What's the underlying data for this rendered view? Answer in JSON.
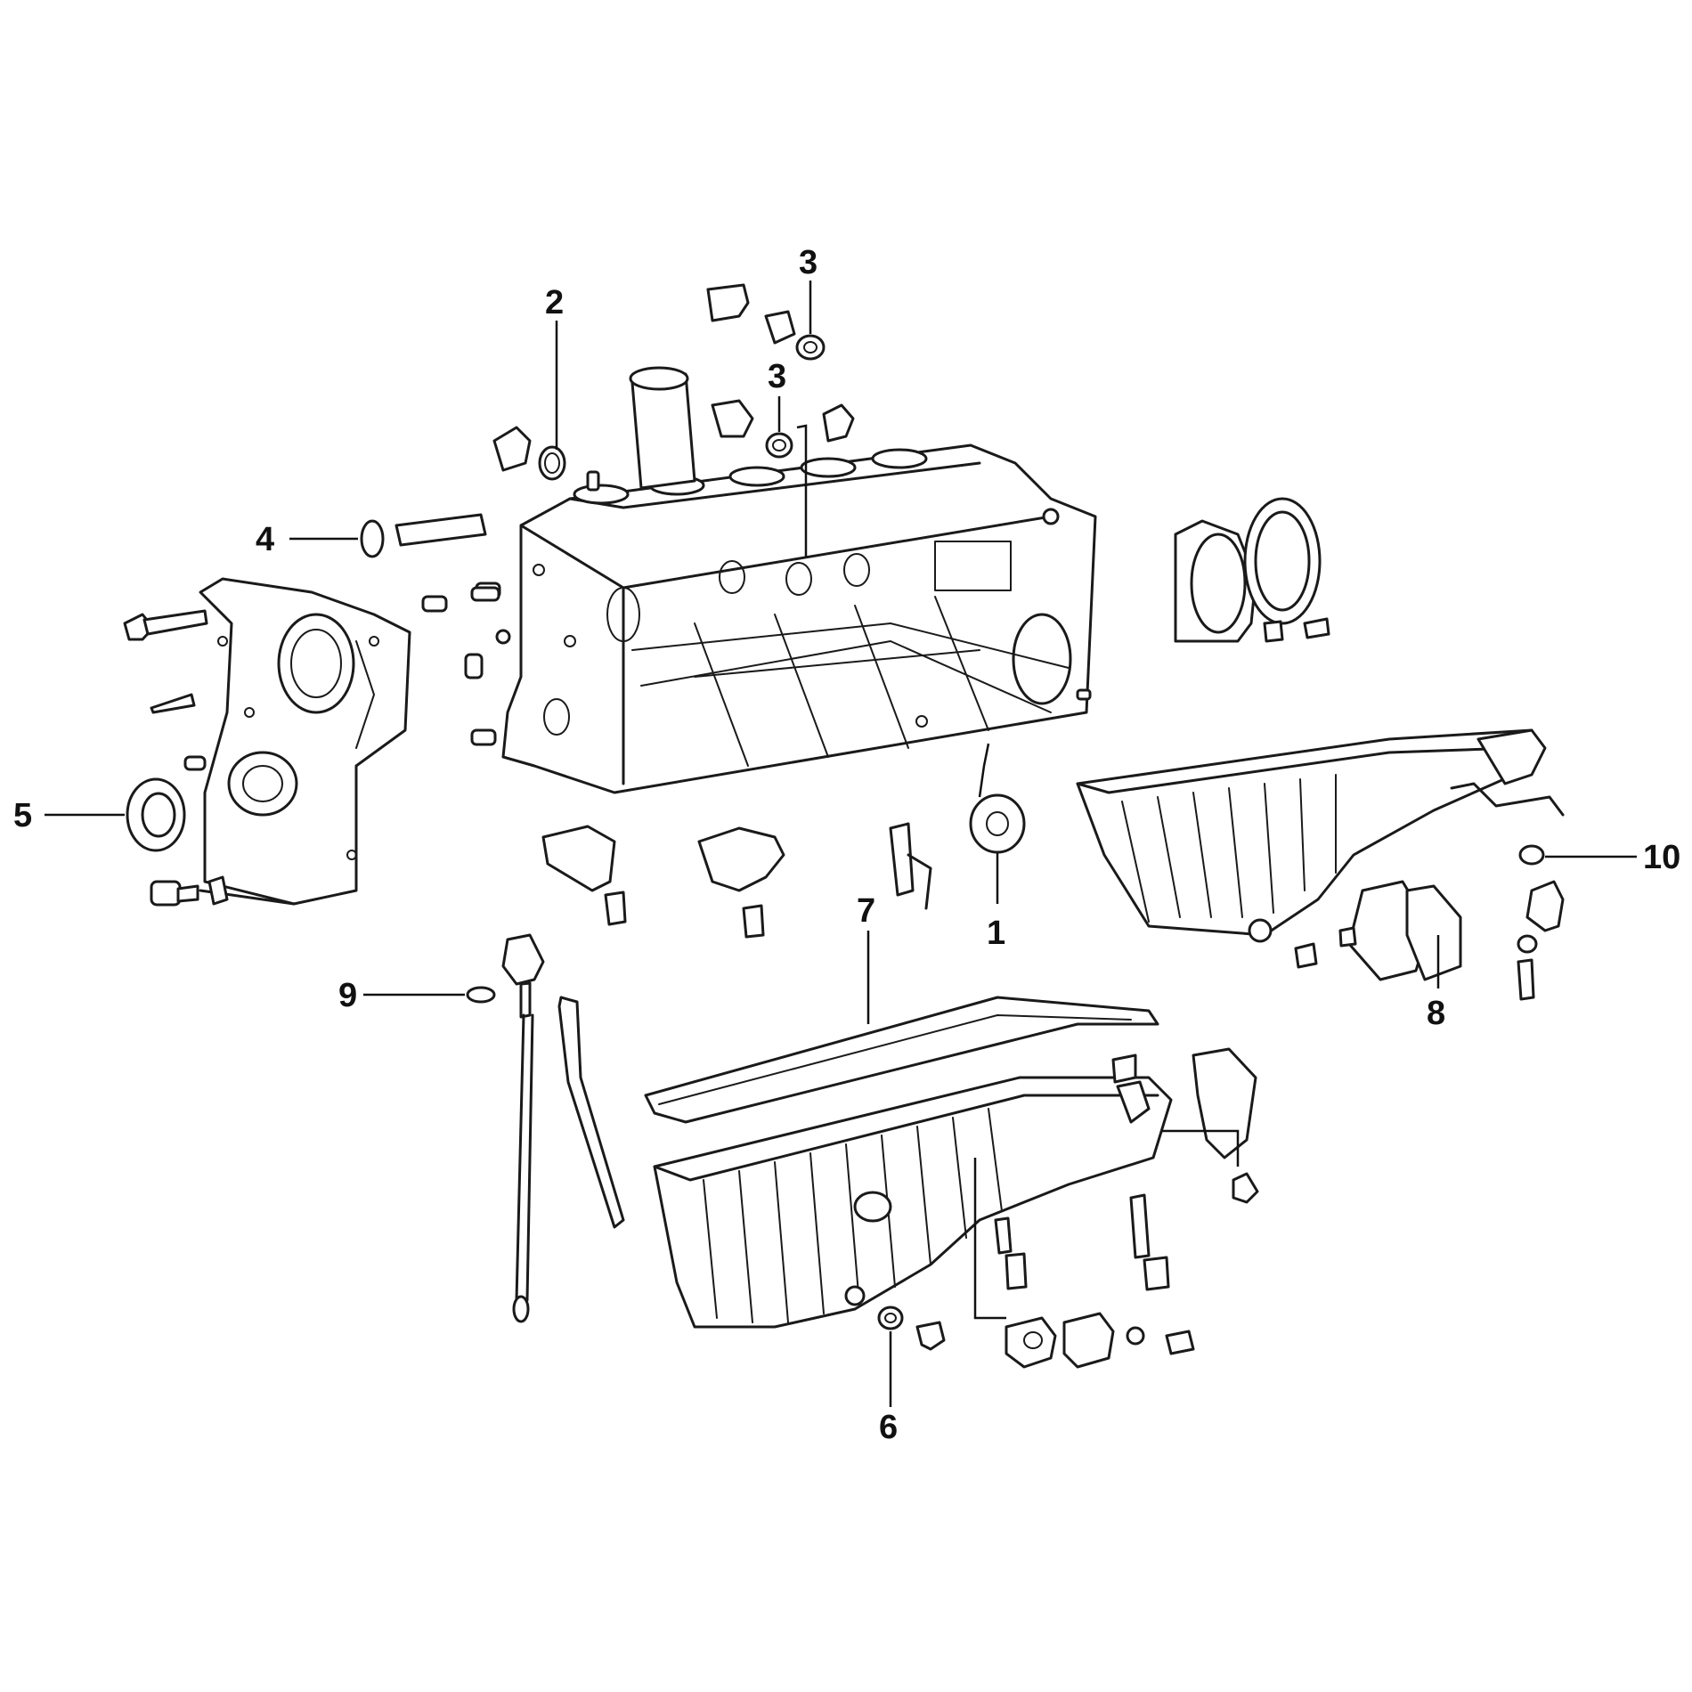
{
  "diagram": {
    "callouts": [
      {
        "id": "c1",
        "label": "1"
      },
      {
        "id": "c2",
        "label": "2"
      },
      {
        "id": "c3a",
        "label": "3"
      },
      {
        "id": "c3b",
        "label": "3"
      },
      {
        "id": "c4",
        "label": "4"
      },
      {
        "id": "c5",
        "label": "5"
      },
      {
        "id": "c6",
        "label": "6"
      },
      {
        "id": "c7",
        "label": "7"
      },
      {
        "id": "c8",
        "label": "8"
      },
      {
        "id": "c9",
        "label": "9"
      },
      {
        "id": "c10",
        "label": "10"
      }
    ],
    "colors": {
      "line": "#1a1a1a",
      "background": "#ffffff",
      "shade": "#d8d8d8"
    }
  }
}
